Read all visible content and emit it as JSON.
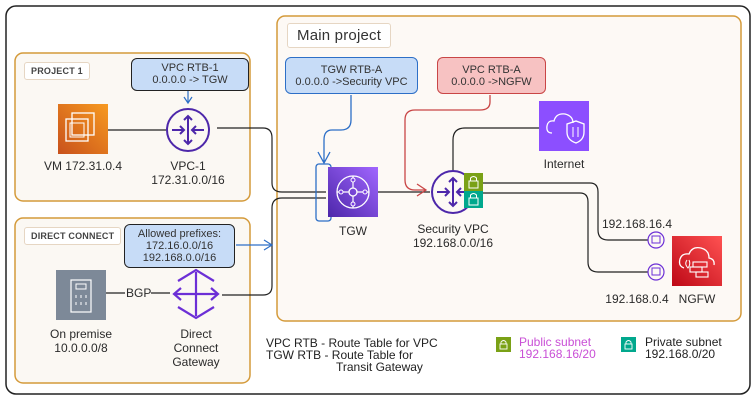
{
  "diagram": {
    "groups": {
      "project1": {
        "label": "PROJECT 1"
      },
      "direct_connect": {
        "label": "DIRECT CONNECT"
      },
      "main_project": {
        "label": "Main project"
      }
    },
    "notes": {
      "vpc_rtb_1": {
        "title": "VPC RTB-1",
        "route": "0.0.0.0 -> TGW"
      },
      "allowed_prefixes": {
        "title": "Allowed prefixes:",
        "line1": "172.16.0.0/16",
        "line2": "192.168.0.0/16"
      },
      "tgw_rtb_a": {
        "title": "TGW RTB-A",
        "route": "0.0.0.0 ->Security VPC"
      },
      "vpc_rtb_a": {
        "title": "VPC RTB-A",
        "route": "0.0.0.0 ->NGFW"
      }
    },
    "nodes": {
      "vm": {
        "label": "VM 172.31.0.4",
        "icon": "ec2-instance-icon"
      },
      "vpc1": {
        "label": "VPC-1",
        "sublabel": "172.31.0.0/16",
        "icon": "vpc-router-icon"
      },
      "onprem": {
        "label": "On premise",
        "sublabel": "10.0.0.0/8",
        "icon": "building-icon"
      },
      "dcgw": {
        "label": "Direct",
        "label2": "Connect",
        "label3": "Gateway",
        "icon": "direct-connect-icon"
      },
      "bgp": {
        "label": "BGP"
      },
      "tgw": {
        "label": "TGW",
        "icon": "transit-gateway-icon"
      },
      "secvpc": {
        "label": "Security VPC",
        "sublabel": "192.168.0.0/16",
        "icon": "vpc-router-icon"
      },
      "internet": {
        "label": "Internet",
        "icon": "cloud-shield-icon"
      },
      "ngfw": {
        "label": "NGFW",
        "icon": "firewall-icon"
      },
      "eni_public": {
        "label": "192.168.16.4"
      },
      "eni_private": {
        "label": "192.168.0.4"
      }
    },
    "legend": {
      "abbrev1": "VPC RTB - Route Table for VPC",
      "abbrev2": "TGW RTB - Route Table for",
      "abbrev3": "Transit Gateway",
      "public_subnet": {
        "label": "Public subnet",
        "cidr": "192.168.16/20",
        "color": "#7aa116"
      },
      "private_subnet": {
        "label": "Private subnet",
        "cidr": "192.168.0/20",
        "color": "#01a88d"
      }
    },
    "colors": {
      "group_border": "#d49a3a",
      "group_fill": "#fbf8f3",
      "main_fill": "#fdf9f5",
      "router_purple": "#4d27aa",
      "tgw_purple": "#7a3fe0",
      "ec2_orange": "#e06a10",
      "ngfw_red": "#d6242d",
      "internet_purple": "#8c4fff",
      "onprem_gray": "#7d8998",
      "public_text": "#c94fd6"
    }
  }
}
